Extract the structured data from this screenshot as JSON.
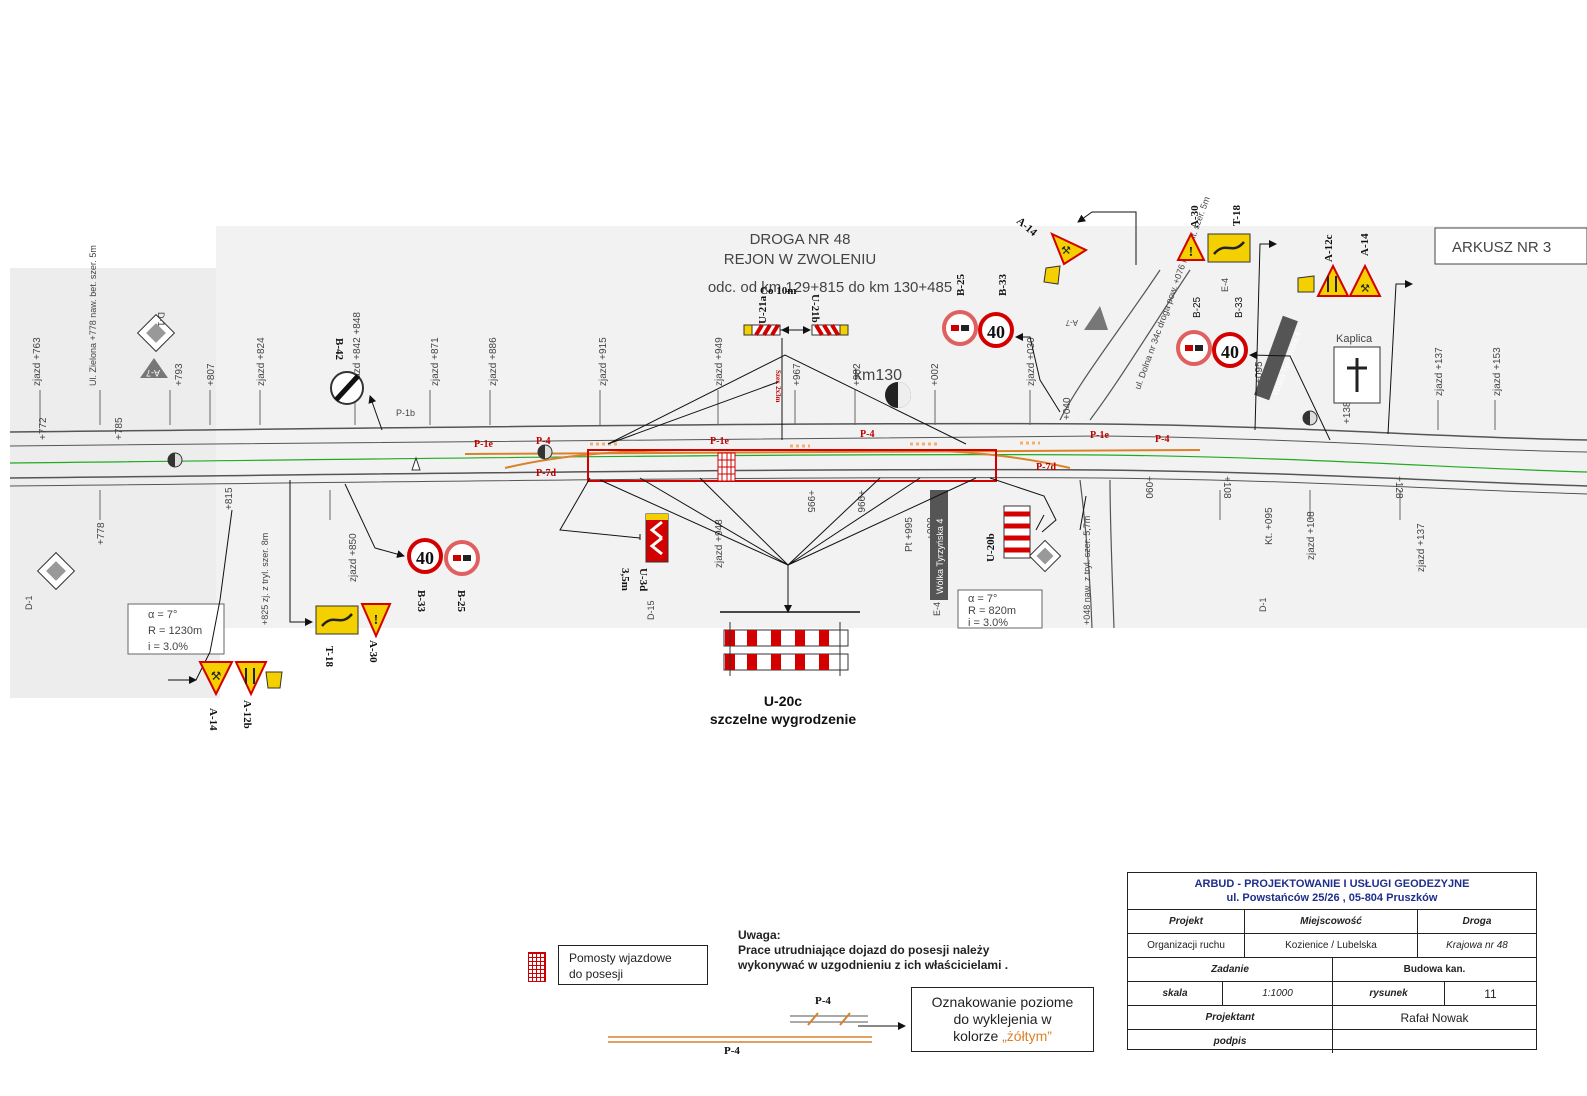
{
  "header": {
    "road": "DROGA NR 48",
    "region": "REJON W ZWOLENIU",
    "section": "odc. od km 129+815 do km 130+485",
    "sheet": "ARKUSZ NR 3"
  },
  "chainage_labels": {
    "top": [
      "zjazd +763",
      "+772",
      "+785",
      "Ul. Zielona +778 naw. bet. szer. 5m",
      "+793",
      "+807",
      "zjazd +824",
      "zjazd +842 +848",
      "zjazd +871",
      "zjazd +886",
      "zjazd +915",
      "zjazd +949",
      "+967",
      "+982",
      "+002",
      "zjazd +030",
      "+040",
      "ul. Dolna nr 34c droga pow. +076 naw. bit. szer. 5m",
      "+095",
      "+138",
      "zjazd +137",
      "zjazd +153"
    ],
    "bottom": [
      "+778",
      "+815",
      "+825 zj. z tryl. szer. 8m",
      "zjazd +850",
      "zjazd +948",
      "+995",
      "+996",
      "Pt +995",
      "+000",
      "+048 naw. z tryl. szer. 5,7m",
      "Kt. +095",
      "+090",
      "+108",
      "zjazd +108",
      "zjazd +137",
      "+128"
    ]
  },
  "landmarks": {
    "km_marker": "km130",
    "chapel": "Kaplica",
    "street_sign_1": "Wólka Tyrzyńska 4",
    "street_sign_2": "Wólka Tyrzyńska 4"
  },
  "curve_left": {
    "alpha": "α = 7°",
    "radius": "R = 1230m",
    "grade": "i = 3.0%"
  },
  "curve_right": {
    "alpha": "α = 7°",
    "radius": "R = 820m",
    "grade": "i = 3.0%"
  },
  "markings": [
    "P-1b",
    "P-1e",
    "P-4",
    "P-7d",
    "P-1e",
    "P-4",
    "P-1e",
    "P-4",
    "P-7d"
  ],
  "signs": {
    "a14_left": "A-14",
    "a12b": "A-12b",
    "t18_left": "T-18",
    "a30_left": "A-30",
    "b42": "B-42",
    "b33_left": "B-33",
    "b25_left": "B-25",
    "u3d": "U-3d",
    "u3d_width": "3,5m",
    "u21a": "U-21a",
    "u21b": "U-21b",
    "spacing": "Co 10m",
    "width_note": "Szer. 2x3m",
    "u20b": "U-20b",
    "b25_right": "B-25",
    "b33_right": "B-33",
    "a14_top": "A-14",
    "a30_right": "A-30",
    "t18_right": "T-18",
    "b25_far": "B-25",
    "b33_far": "B-33",
    "a12c": "A-12c",
    "a14_right": "A-14",
    "limit_40": "40",
    "d1": "D-1",
    "d15": "D-15",
    "e4": "E-4",
    "a7": "A-7"
  },
  "u20c": {
    "name": "U-20c",
    "desc": "szczelne wygrodzenie"
  },
  "legend": {
    "label_line1": "Pomosty wjazdowe",
    "label_line2": "do posesji"
  },
  "note": {
    "title": "Uwaga:",
    "line1": "Prace utrudniające dojazd do posesji należy",
    "line2": "wykonywać w uzgodnieniu z ich właścicielami ."
  },
  "marking_legend": {
    "p4_top": "P-4",
    "p4_bottom": "P-4",
    "line1": "Oznakowanie poziome",
    "line2": "do wyklejenia w",
    "line3_prefix": "kolorze ",
    "line3_color": "„żółtym”"
  },
  "title_block": {
    "company": "ARBUD - PROJEKTOWANIE I USŁUGI GEODEZYJNE",
    "address": "ul. Powstańców 25/26 , 05-804 Pruszków",
    "h_projekt": "Projekt",
    "h_miejscowosc": "Miejscowość",
    "h_droga": "Droga",
    "v_projekt": "Organizacji ruchu",
    "v_miejscowosc": "Kozienice / Lubelska",
    "v_droga": "Krajowa nr 48",
    "h_zadanie": "Zadanie",
    "v_zadanie": "Budowa kan.",
    "h_skala": "skala",
    "v_skala": "1:1000",
    "h_rysunek": "rysunek",
    "v_rysunek": "11",
    "h_projektant": "Projektant",
    "v_projektant": "Rafał Nowak",
    "h_podpis": "podpis",
    "v_podpis": ""
  },
  "colors": {
    "sign_yellow": "#f5d000",
    "sign_red": "#d40000",
    "marking_orange": "#d9822b",
    "centerline_green": "#22aa22",
    "title_blue": "#1f2f8a"
  }
}
